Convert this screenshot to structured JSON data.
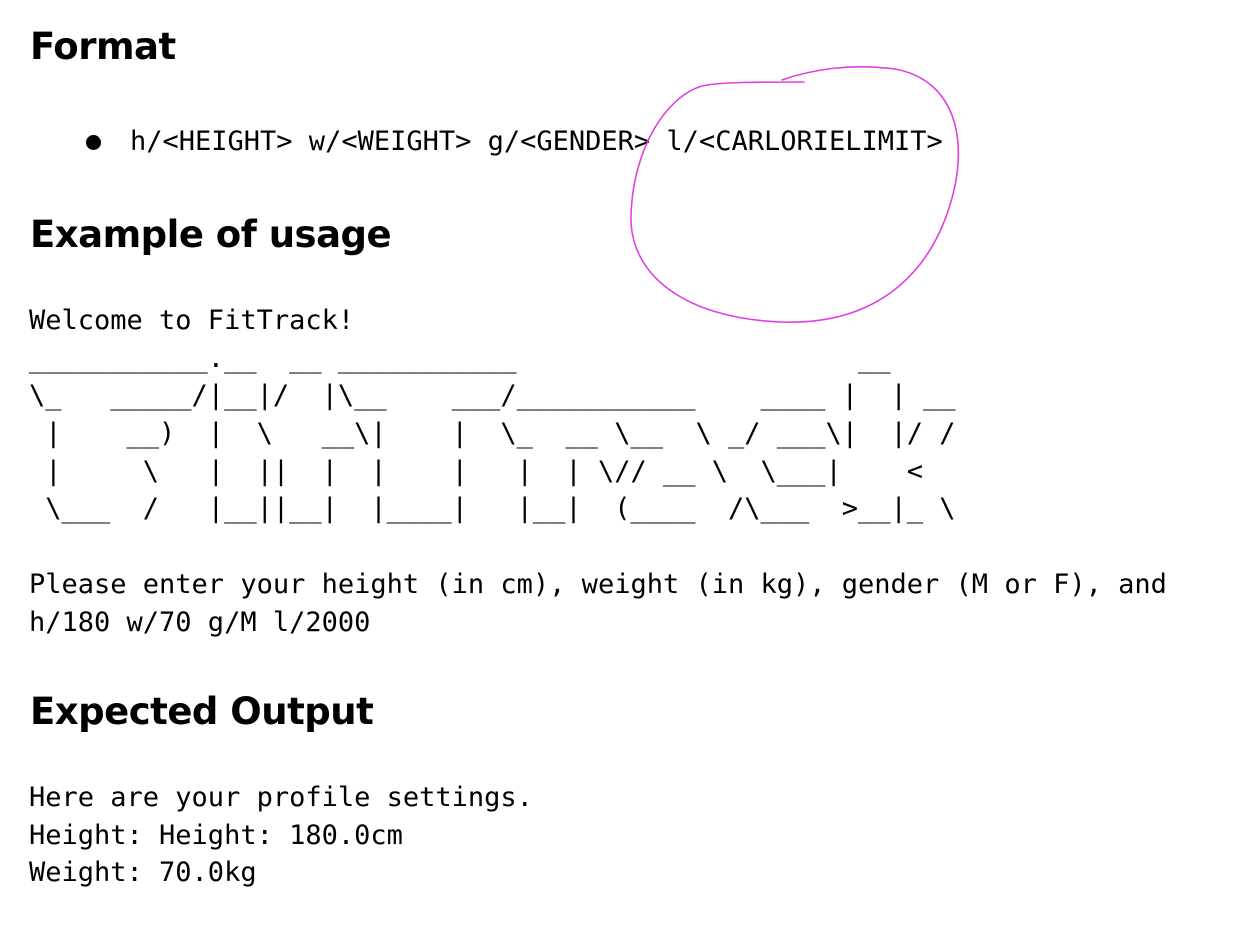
{
  "format": {
    "heading": "Format",
    "items": [
      "h/<HEIGHT> w/<WEIGHT> g/<GENDER> l/<CARLORIELIMIT>"
    ]
  },
  "example": {
    "heading": "Example of usage",
    "lines": [
      "Welcome to FitTrack!",
      "___________.__  __ ___________                     __",
      "\\_   _____/|__|/  |\\__    ___/___________    ____ |  | __",
      " |    __)  |  \\   __\\|    |  \\_  __ \\__  \\ _/ ___\\|  |/ /",
      " |     \\   |  ||  |  |    |   |  | \\// __ \\  \\___|    <",
      " \\___  /   |__||__|  |____|   |__|  (____  /\\___  >__|_ \\",
      "",
      "Please enter your height (in cm), weight (in kg), gender (M or F), and",
      "h/180 w/70 g/M l/2000"
    ]
  },
  "expected": {
    "heading": "Expected Output",
    "lines": [
      "Here are your profile settings.",
      "Height: Height: 180.0cm",
      "Weight: 70.0kg"
    ]
  },
  "colors": {
    "annotation_stroke": "#e040e0"
  }
}
